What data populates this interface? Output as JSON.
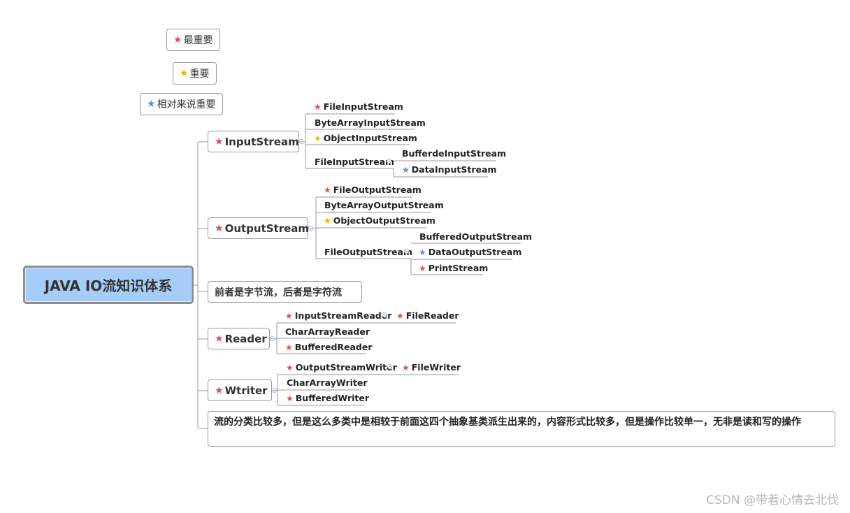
{
  "legend": {
    "most_important": "最重要",
    "important": "重要",
    "relatively_important": "相对来说重要"
  },
  "root": {
    "title": "JAVA IO流知识体系"
  },
  "branches": {
    "input_stream": {
      "label": "InputStream",
      "leaves": {
        "file_input_stream": "FileInputStream",
        "byte_array_input_stream": "ByteArrayInputStream",
        "object_input_stream": "ObjectInputStream",
        "file_input_stream_2": "FileInputStream",
        "bufferde_input_stream": "BufferdeInputStream",
        "data_input_stream": "DataInputStream"
      }
    },
    "output_stream": {
      "label": "OutputStream",
      "leaves": {
        "file_output_stream": "FileOutputStream",
        "byte_array_output_stream": "ByteArrayOutputStream",
        "object_output_stream": "ObjectOutputStream",
        "file_output_stream_2": "FileOutputStream",
        "buffered_output_stream": "BufferedOutputStream",
        "data_output_stream": "DataOutputStream",
        "print_stream": "PrintStream"
      }
    },
    "note_byte_char": "前者是字节流，后者是字符流",
    "reader": {
      "label": "Reader",
      "leaves": {
        "input_stream_reader": "InputStreamReader",
        "file_reader": "FileReader",
        "char_array_reader": "CharArrayReader",
        "buffered_reader": "BufferedReader"
      }
    },
    "writer": {
      "label": "Wtriter",
      "leaves": {
        "output_stream_writer": "OutputStreamWriter",
        "file_writer": "FileWriter",
        "char_array_writer": "CharArrayWriter",
        "buffered_writer": "BufferedWriter"
      }
    },
    "note_classification": "流的分类比较多，但是这么多类中是相较于前面这四个抽象基类派生出来的，内容形式比较多，但是操作比较单一，无非是读和写的操作"
  },
  "colors": {
    "star_most_important": "#e84c4c",
    "star_important": "#f2b300",
    "star_relatively_important": "#4f8ff2",
    "root_fill": "#a6cdf7"
  },
  "icons": {
    "most_important": "red-star-icon",
    "important": "gold-star-icon",
    "relatively_important": "blue-star-icon"
  },
  "watermark": "CSDN @带着心情去北伐"
}
